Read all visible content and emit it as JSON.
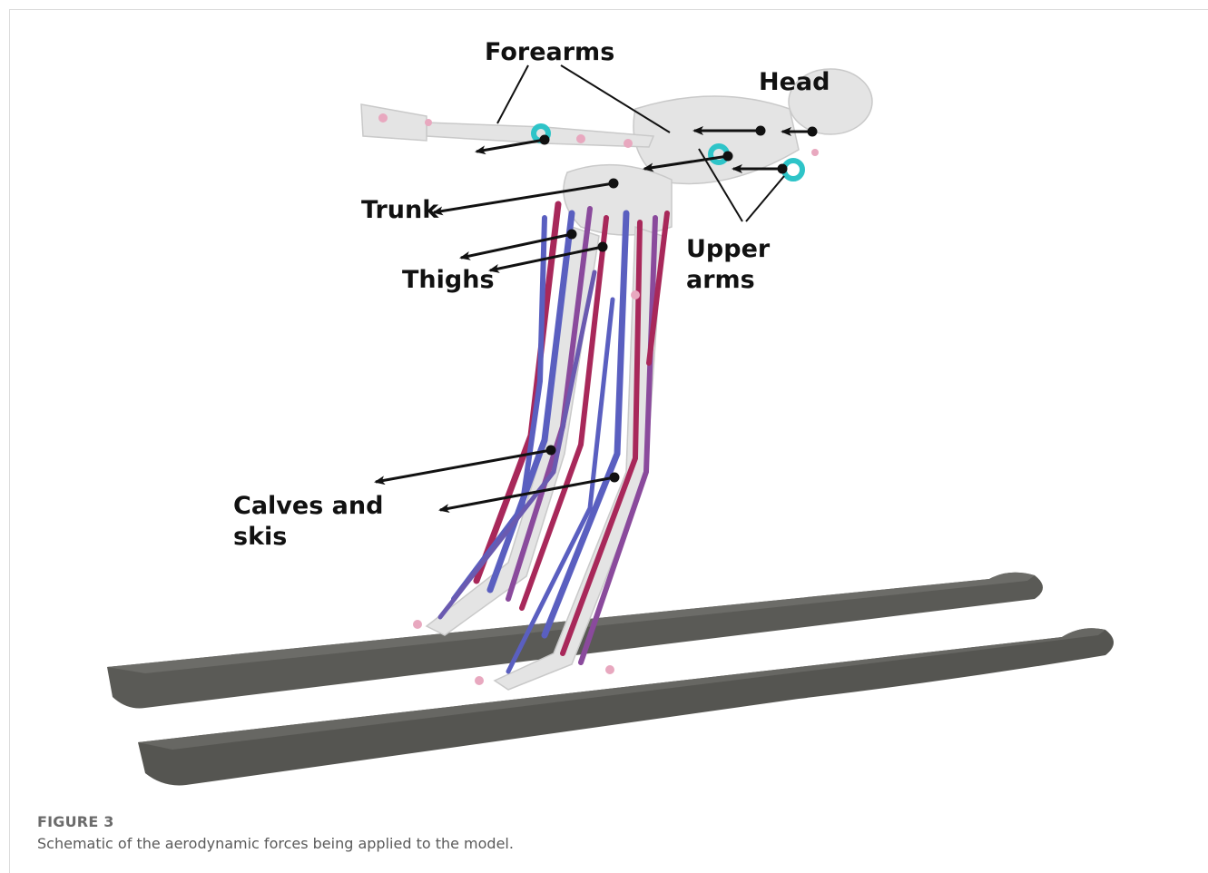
{
  "figure": {
    "labels": {
      "forearms": "Forearms",
      "head": "Head",
      "trunk": "Trunk",
      "upper_arms_line1": "Upper",
      "upper_arms_line2": "arms",
      "thighs": "Thighs",
      "calves_line1": "Calves and",
      "calves_line2": "skis"
    },
    "colors": {
      "skeleton": "#e4e4e4",
      "muscle_red": "#a8285a",
      "muscle_blue": "#5a5fc0",
      "marker_pink": "#e8a8bf",
      "joint_cyan": "#2ec4c8",
      "ski": "#5a5a56",
      "arrow": "#111111"
    }
  },
  "caption": {
    "label": "FIGURE 3",
    "text": "Schematic of the aerodynamic forces being applied to the model."
  }
}
